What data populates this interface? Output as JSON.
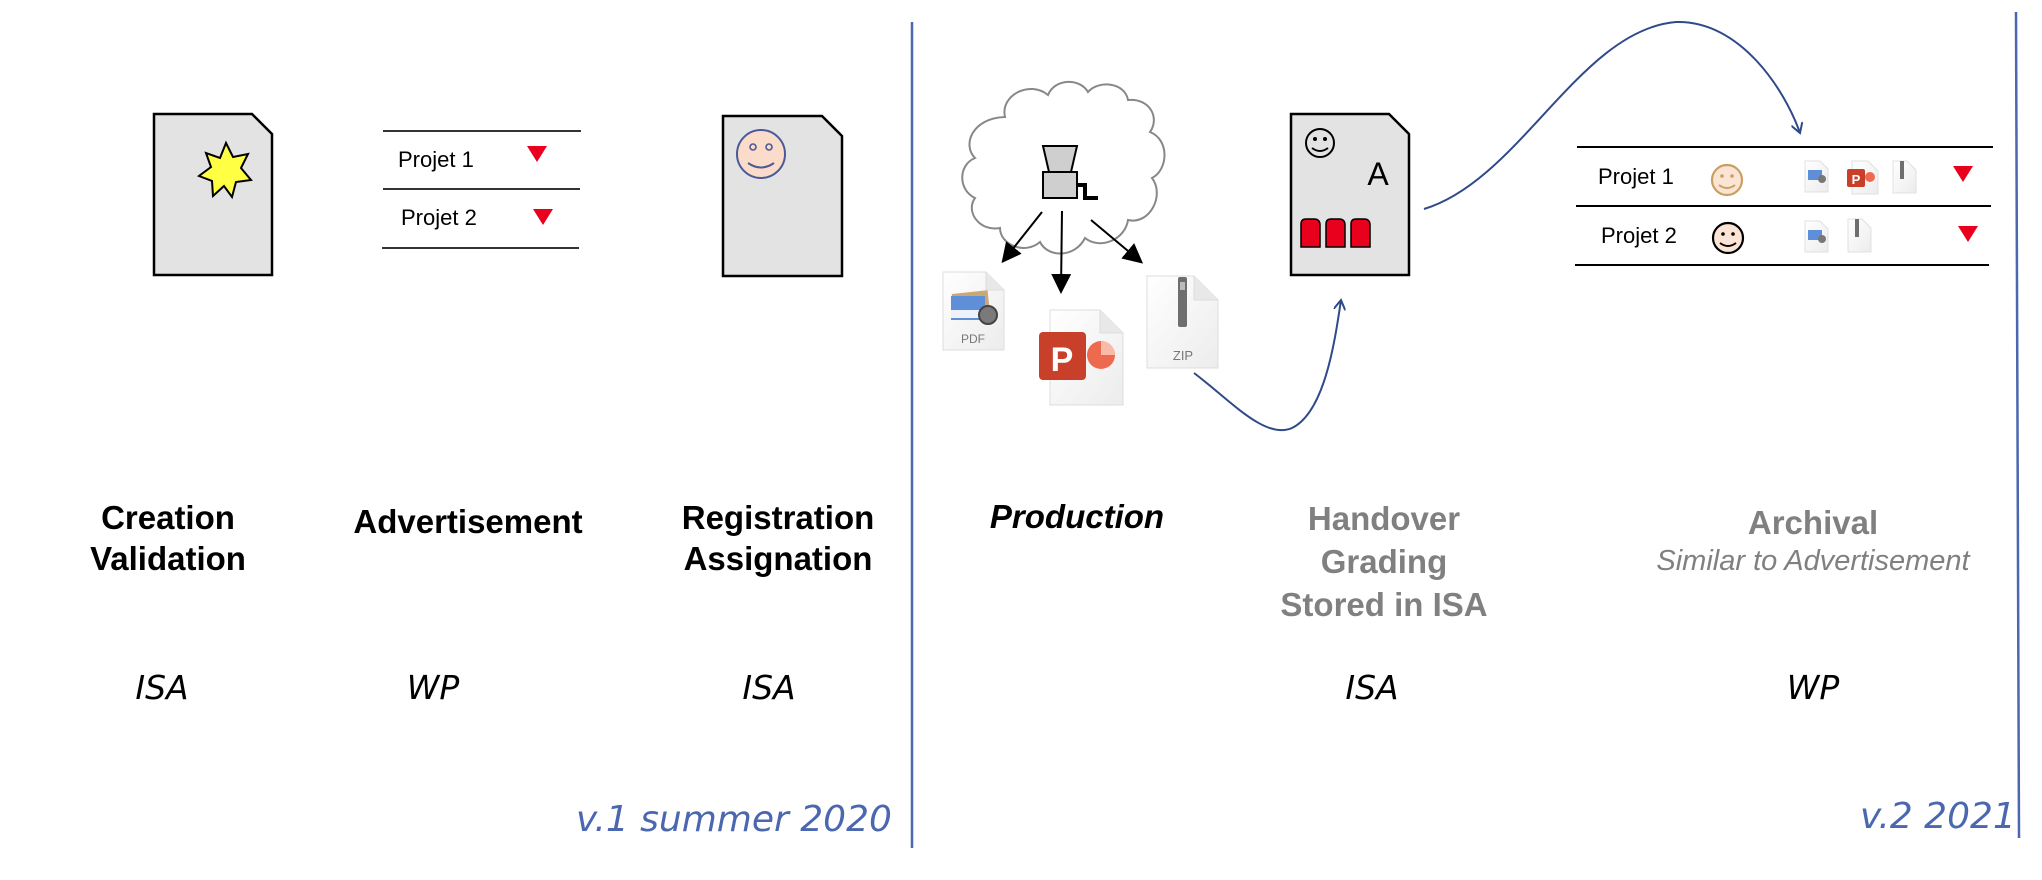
{
  "stages": [
    {
      "id": "creation",
      "title_lines": [
        "Creation",
        "Validation"
      ],
      "system": "ISA",
      "style": "bold"
    },
    {
      "id": "advertisement",
      "title_lines": [
        "Advertisement"
      ],
      "system": "WP",
      "style": "bold"
    },
    {
      "id": "registration",
      "title_lines": [
        "Registration",
        "Assignation"
      ],
      "system": "ISA",
      "style": "bold"
    },
    {
      "id": "production",
      "title_lines": [
        "Production"
      ],
      "system": "",
      "style": "bold-italic"
    },
    {
      "id": "handover",
      "title_lines": [
        "Handover",
        "Grading",
        "Stored in ISA"
      ],
      "system": "ISA",
      "style": "bold-gray"
    },
    {
      "id": "archival",
      "title_lines": [
        "Archival"
      ],
      "subtitle": "Similar to Advertisement",
      "system": "WP",
      "style": "bold-gray"
    }
  ],
  "advertisement_list": {
    "items": [
      {
        "label": "Projet 1",
        "dropdown_icon": "triangle-down-icon"
      },
      {
        "label": "Projet 2",
        "dropdown_icon": "triangle-down-icon"
      }
    ]
  },
  "production": {
    "cloud_icon": "cloud-icon",
    "grinder_icon": "grinder-icon",
    "outputs": [
      {
        "type": "PDF",
        "icon": "pdf-file-icon",
        "caption": "PDF"
      },
      {
        "type": "PPT",
        "icon": "powerpoint-file-icon",
        "caption": "P"
      },
      {
        "type": "ZIP",
        "icon": "zip-file-icon",
        "caption": "ZIP"
      }
    ]
  },
  "handover_doc": {
    "grade": "A",
    "smiley": "smiley-icon",
    "blocks": 3
  },
  "archival_list": {
    "items": [
      {
        "label": "Projet 1",
        "files": [
          "PDF",
          "PPT",
          "ZIP"
        ],
        "smiley_color": "#c9a062"
      },
      {
        "label": "Projet 2",
        "files": [
          "PDF",
          "ZIP"
        ],
        "smiley_color": "#000000"
      }
    ]
  },
  "versions": {
    "v1": "v.1 summer 2020",
    "v2": "v.2 2021"
  },
  "colors": {
    "divider": "#4a67b0",
    "arrow": "#2f4a8a",
    "red": "#e8001c",
    "doc_fill": "#e3e3e3",
    "star": "#ffff44",
    "gray_text": "#808080"
  }
}
